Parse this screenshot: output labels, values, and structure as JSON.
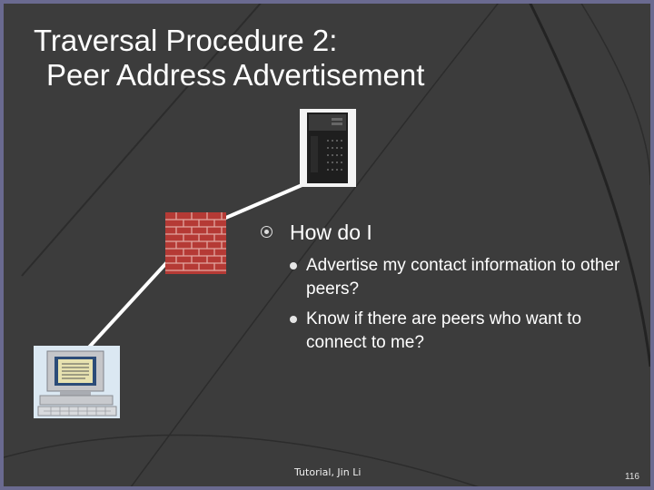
{
  "slide": {
    "title_line1": "Traversal Procedure 2:",
    "title_line2": "Peer Address Advertisement",
    "bullet_main": "How do I",
    "sub_bullets": [
      {
        "text": "Advertise my contact information to other peers?"
      },
      {
        "text": "Know if there are peers who want to connect to me?"
      }
    ],
    "footer": "Tutorial, Jin Li",
    "page_number": "116",
    "icons": {
      "server": "server-icon",
      "firewall": "firewall-icon",
      "client": "desktop-computer-icon"
    },
    "colors": {
      "background": "#3c3c3c",
      "frame": "#6a6a90",
      "text": "#ffffff",
      "brick": "#b53a35"
    }
  }
}
